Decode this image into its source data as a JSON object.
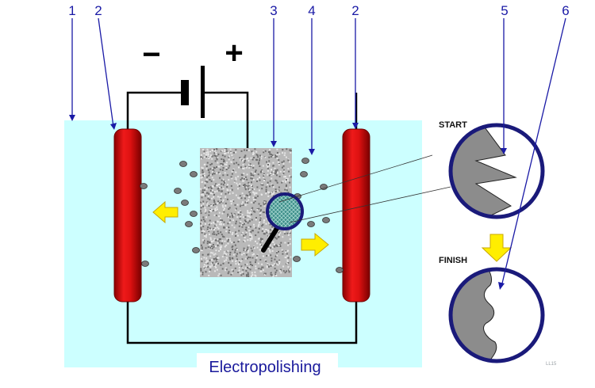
{
  "labels": {
    "l1": "1",
    "l2a": "2",
    "l3": "3",
    "l4": "4",
    "l2b": "2",
    "l5": "5",
    "l6": "6"
  },
  "battery": {
    "minus": "−",
    "plus": "+"
  },
  "stages": {
    "start": "START",
    "finish": "FINISH"
  },
  "caption": "Electropolishing",
  "credit": "LL15",
  "colors": {
    "bath": "#ccffff",
    "electrode": "#dd1111",
    "ring": "#1a1a7a",
    "arrow": "#ffee00",
    "leader": "#1a1aa6",
    "metal": "#8c8c8c"
  }
}
